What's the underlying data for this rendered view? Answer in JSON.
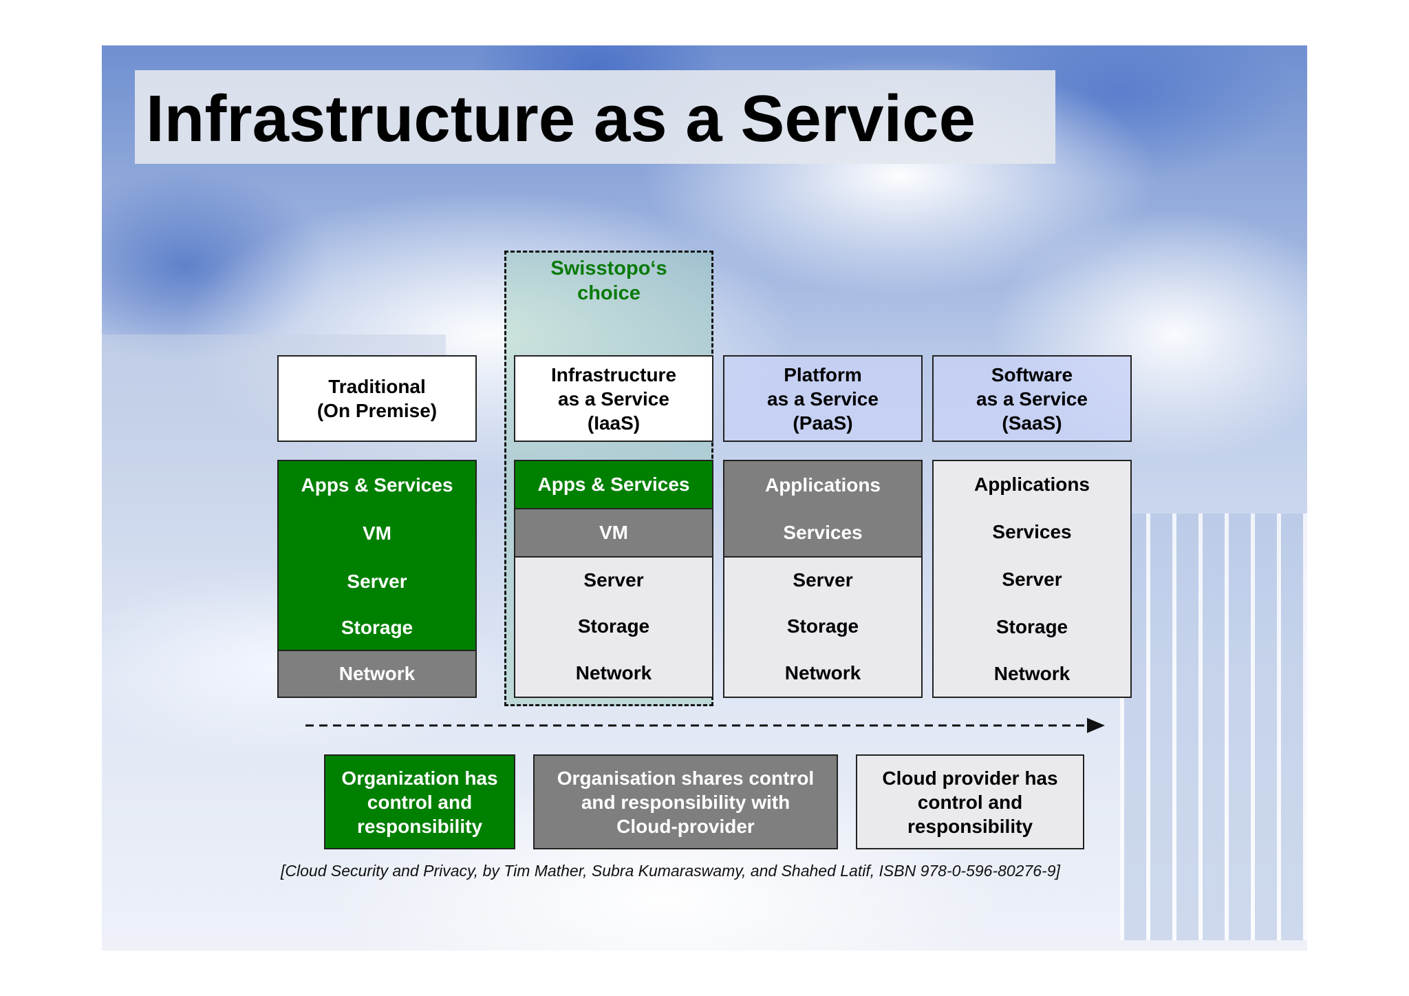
{
  "title": "Infrastructure as a Service",
  "choice": {
    "line1": "Swisstopo‘s",
    "line2": "choice"
  },
  "columns": [
    {
      "heading": [
        "Traditional",
        "(On Premise)"
      ]
    },
    {
      "heading": [
        "Infrastructure",
        "as a Service",
        "(IaaS)"
      ]
    },
    {
      "heading": [
        "Platform",
        "as a Service",
        "(PaaS)"
      ]
    },
    {
      "heading": [
        "Software",
        "as a Service",
        "(SaaS)"
      ]
    }
  ],
  "stacks": [
    {
      "layers": [
        "Apps & Services",
        "VM",
        "Server",
        "Storage",
        "Network"
      ]
    },
    {
      "layers": [
        "Apps & Services",
        "VM",
        "Server",
        "Storage",
        "Network"
      ]
    },
    {
      "layers": [
        "Applications",
        "Services",
        "Server",
        "Storage",
        "Network"
      ]
    },
    {
      "layers": [
        "Applications",
        "Services",
        "Server",
        "Storage",
        "Network"
      ]
    }
  ],
  "responsibility": [
    {
      "lines": [
        "Organization has",
        "control and",
        "responsibility"
      ]
    },
    {
      "lines": [
        "Organisation shares control",
        "and responsibility with",
        "Cloud-provider"
      ]
    },
    {
      "lines": [
        "Cloud provider has",
        "control and",
        "responsibility"
      ]
    }
  ],
  "citation": "[Cloud Security and Privacy, by Tim Mather, Subra Kumaraswamy, and Shahed Latif, ISBN 978-0-596-80276-9]",
  "colors": {
    "control": "#008000",
    "shared": "#7f7f7f",
    "provider": "#eaeaee",
    "choice_text": "#0a7a0a"
  }
}
